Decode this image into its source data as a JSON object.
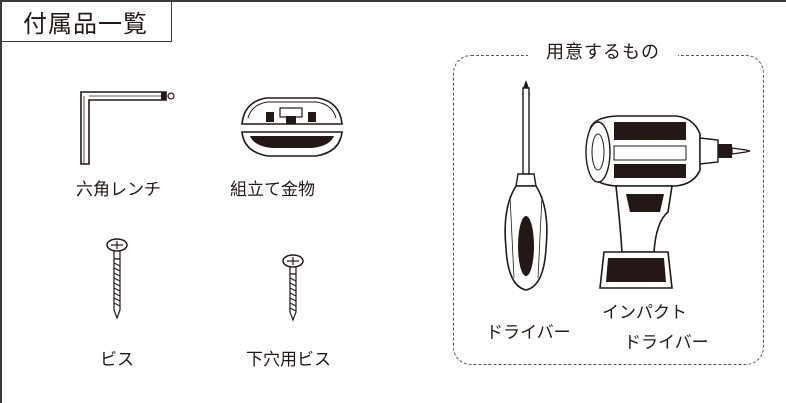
{
  "title": "付属品一覧",
  "accessories": {
    "hex_wrench": "六角レンチ",
    "bracket": "組立て金物",
    "screw": "ビス",
    "pilot_screw": "下穴用ビス"
  },
  "prepare": {
    "heading": "用意するもの",
    "screwdriver": "ドライバー",
    "impact_line1": "インパクト",
    "impact_line2": "ドライバー"
  }
}
